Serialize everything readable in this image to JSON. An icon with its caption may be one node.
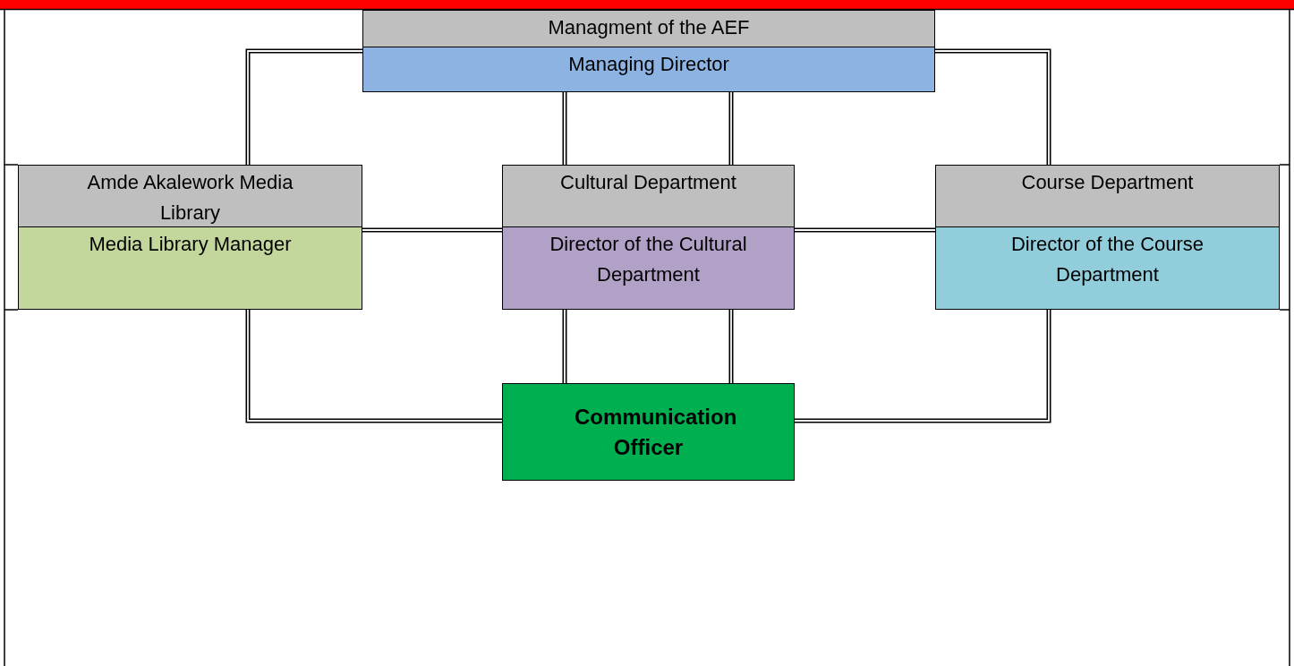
{
  "diagram": {
    "nodes": [
      {
        "text": [
          "Managment of the AEF",
          "Managing Director"
        ]
      },
      {
        "text": [
          "Amde Akalework Media Library",
          "Media Library Manager"
        ]
      },
      {
        "text": [
          "Cultural Department",
          "Director of the Cultural Department"
        ]
      },
      {
        "text": [
          "Course Department",
          "Director of the Course Department"
        ]
      },
      {
        "text": [
          "Communication Officer"
        ]
      }
    ],
    "edges": [
      {
        "from": 0,
        "to": 1,
        "arrow": "none"
      },
      {
        "from": 0,
        "to": 3,
        "arrow": "none"
      },
      {
        "from": 0,
        "to": 2,
        "arrow": "none"
      },
      {
        "from": 0,
        "to": 2,
        "arrow": "none"
      },
      {
        "from": 1,
        "to": 2,
        "arrow": "none"
      },
      {
        "from": 2,
        "to": 3,
        "arrow": "none"
      },
      {
        "from": 1,
        "to": 4,
        "arrow": "none"
      },
      {
        "from": 2,
        "to": 4,
        "arrow": "none"
      },
      {
        "from": 2,
        "to": 4,
        "arrow": "none"
      },
      {
        "from": 3,
        "to": 4,
        "arrow": "none"
      }
    ]
  }
}
